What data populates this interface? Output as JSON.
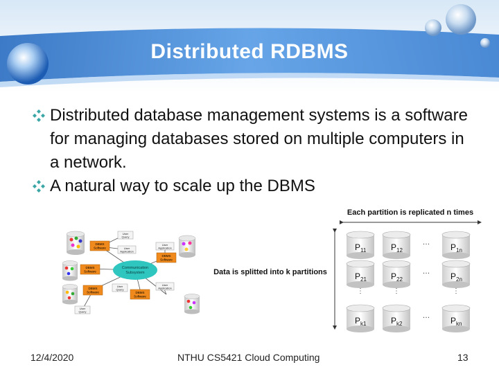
{
  "slide": {
    "title": "Distributed RDBMS",
    "bullets": [
      "Distributed database management systems is a software for managing databases stored on multiple computers in a network.",
      "A natural way to scale up the DBMS"
    ],
    "footer": {
      "date": "12/4/2020",
      "course": "NTHU CS5421 Cloud Computing",
      "page": "13"
    }
  },
  "left_diagram": {
    "hub": [
      "Communication",
      "Subsystem"
    ],
    "dbms": [
      "DBMS",
      "Software"
    ],
    "user": [
      "User",
      "Query"
    ],
    "user_app": [
      "User",
      "Application"
    ]
  },
  "right_diagram": {
    "replication_label": "Each partition is replicated n times",
    "split_label": "Data is splitted into k partitions",
    "cells": [
      [
        "P11",
        "P12",
        "P1n"
      ],
      [
        "P21",
        "P22",
        "P2n"
      ],
      [
        "Pk1",
        "Pk2",
        "Pkn"
      ]
    ],
    "ellipsis": "…"
  },
  "colors": {
    "header_blue": "#4a90d9",
    "bullet_teal": "#3aa6a6",
    "hub": "#2fc6c0",
    "dbms_box": "#f08a1c"
  }
}
